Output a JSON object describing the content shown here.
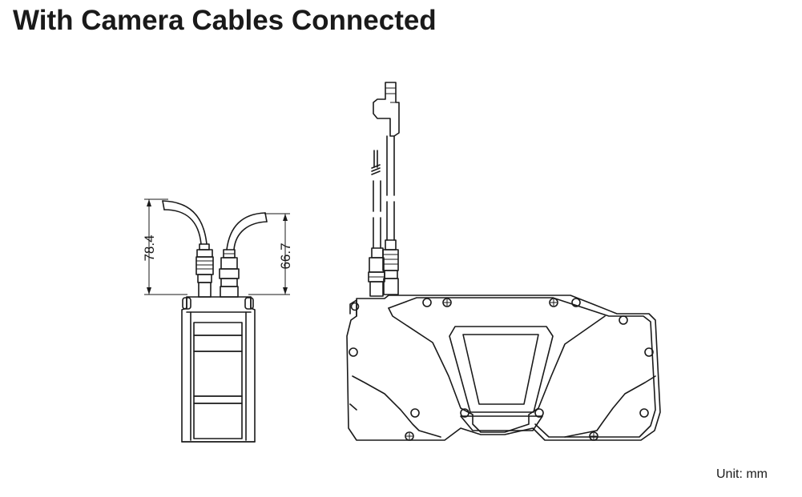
{
  "title": "With Camera Cables Connected",
  "unit_label": "Unit: mm",
  "dimensions": {
    "left_height": "78.4",
    "right_height": "66.7"
  }
}
